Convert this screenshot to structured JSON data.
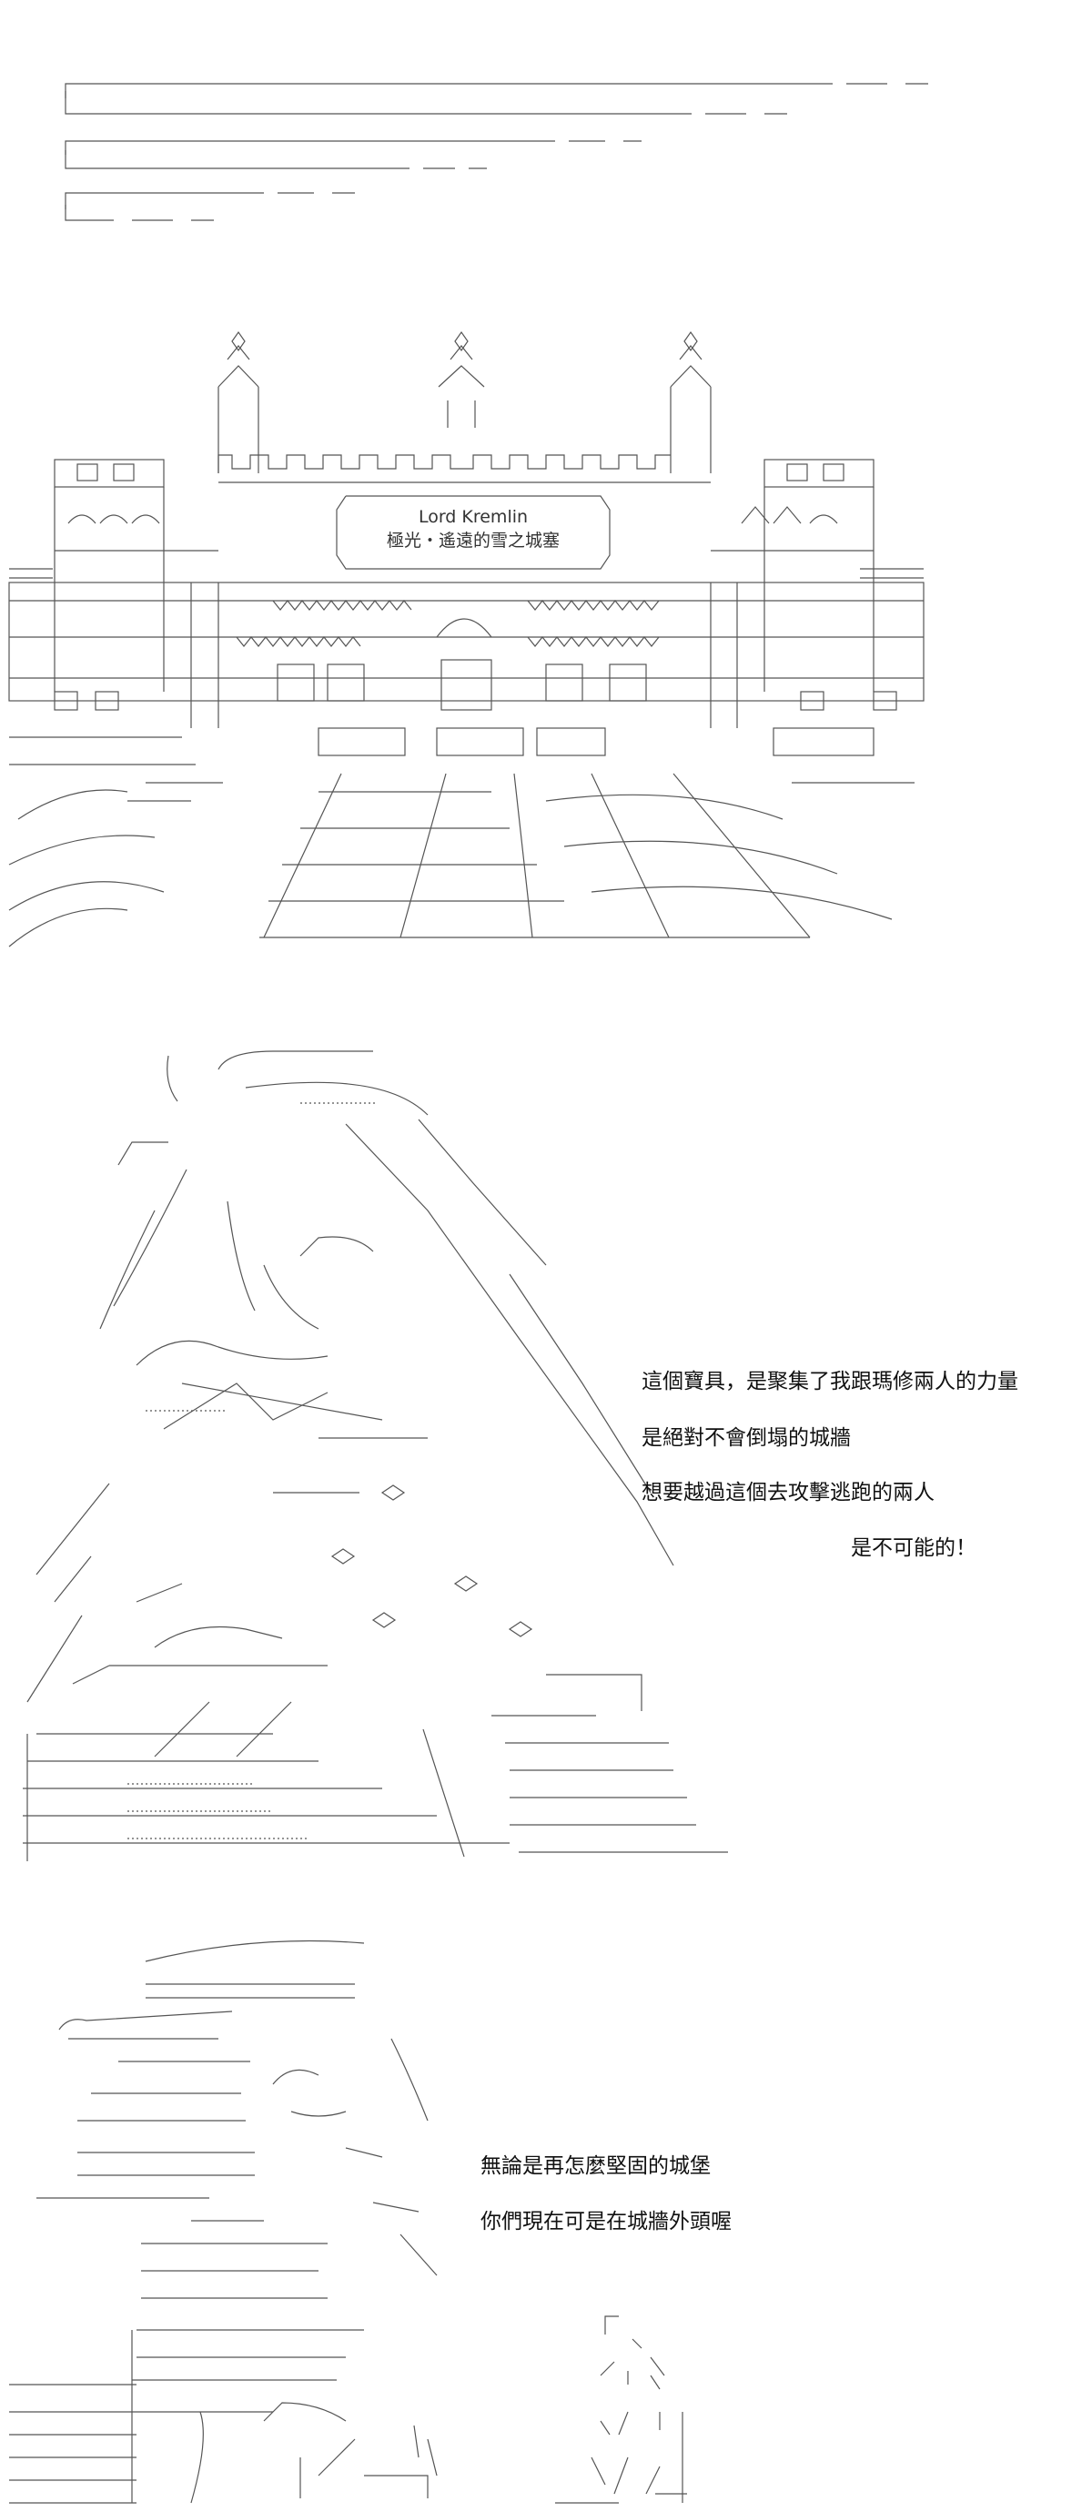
{
  "castle_sign": {
    "line1": "Lord    Kremlin",
    "line2": "極光・遙遠的雪之城塞"
  },
  "dialogue_1": [
    "這個寶具，是聚集了我跟瑪修兩人的力量",
    "是絕對不會倒塌的城牆",
    "想要越過這個去攻擊逃跑的兩人",
    "是不可能的！"
  ],
  "dialogue_2": [
    "無論是再怎麼堅固的城堡",
    "你們現在可是在城牆外頭喔"
  ]
}
